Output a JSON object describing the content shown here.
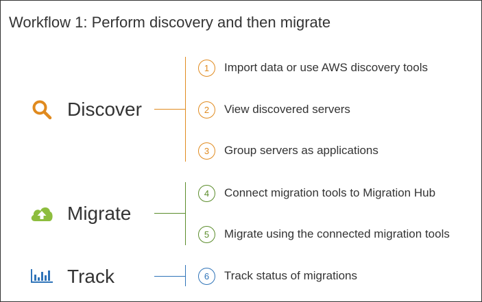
{
  "title": "Workflow 1: Perform discovery and then migrate",
  "colors": {
    "discover": "#E08A1E",
    "migrate": "#5A8C2A",
    "track": "#2E73B8",
    "text": "#333333"
  },
  "phases": [
    {
      "label": "Discover",
      "icon": "magnifier-icon"
    },
    {
      "label": "Migrate",
      "icon": "cloud-upload-icon"
    },
    {
      "label": "Track",
      "icon": "bar-chart-icon"
    }
  ],
  "steps": [
    {
      "num": "1",
      "text": "Import data or use AWS discovery tools"
    },
    {
      "num": "2",
      "text": "View discovered servers"
    },
    {
      "num": "3",
      "text": "Group servers as applications"
    },
    {
      "num": "4",
      "text": "Connect migration tools to Migration Hub"
    },
    {
      "num": "5",
      "text": "Migrate using the connected migration tools"
    },
    {
      "num": "6",
      "text": "Track status of migrations"
    }
  ]
}
